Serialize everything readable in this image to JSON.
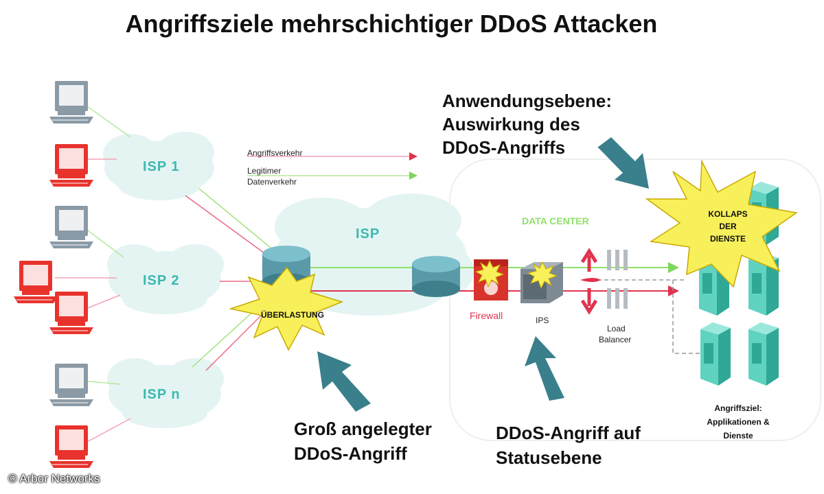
{
  "title": "Angriffsziele mehrschichtiger DDoS Attacken",
  "legend": {
    "attack": "Angriffsverkehr",
    "legit_line1": "Legitimer",
    "legit_line2": "Datenverkehr",
    "attack_color": "#f06a8a",
    "legit_color": "#8fe06a"
  },
  "clouds": {
    "isp1": "ISP 1",
    "isp2": "ISP 2",
    "ispn": "ISP n",
    "isp": "ISP"
  },
  "data_center": "DATA CENTER",
  "devices": {
    "firewall": "Firewall",
    "ips": "IPS",
    "lb_line1": "Load",
    "lb_line2": "Balancer"
  },
  "bursts": {
    "overload": "ÜBERLASTUNG",
    "collapse_line1": "KOLLAPS",
    "collapse_line2": "DER",
    "collapse_line3": "DIENSTE"
  },
  "captions": {
    "application_line1": "Anwendungsebene:",
    "application_line2": "Auswirkung des",
    "application_line3": "DDoS-Angriffs",
    "large_line1": "Groß angelegter",
    "large_line2": "DDoS-Angriff",
    "status_line1": "DDoS-Angriff auf",
    "status_line2": "Statusebene"
  },
  "target": {
    "line1": "Angriffsziel:",
    "line2": "Applikationen &",
    "line3": "Dienste"
  },
  "credit": "© Arbor Networks",
  "colors": {
    "cloud": "#e4f4f2",
    "cloud_text": "#3cb8b0",
    "burst": "#f7f05a",
    "arrow": "#3a7f8c",
    "server": "#5fd2c0",
    "pc_gray": "#8a9aa6",
    "pc_red": "#e8332d"
  }
}
